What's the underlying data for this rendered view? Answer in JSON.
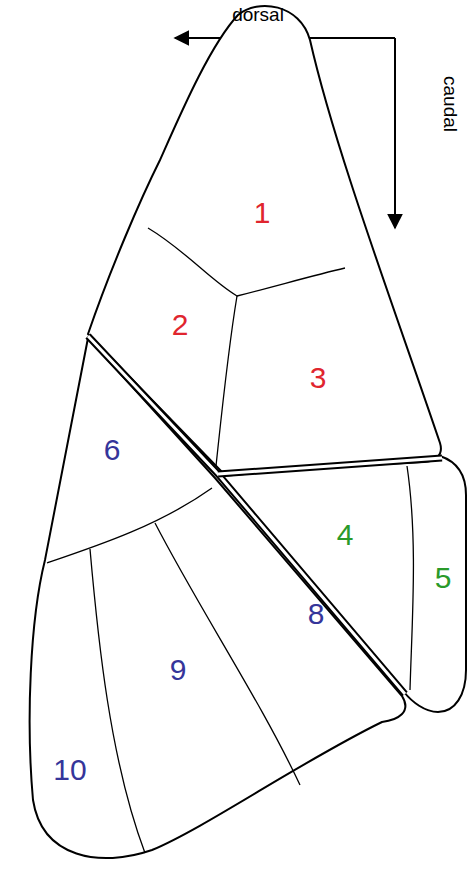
{
  "diagram": {
    "labels": [
      "dorsal",
      "caudal",
      "1",
      "2",
      "3",
      "4",
      "5",
      "6",
      "8",
      "9",
      "10"
    ]
  }
}
